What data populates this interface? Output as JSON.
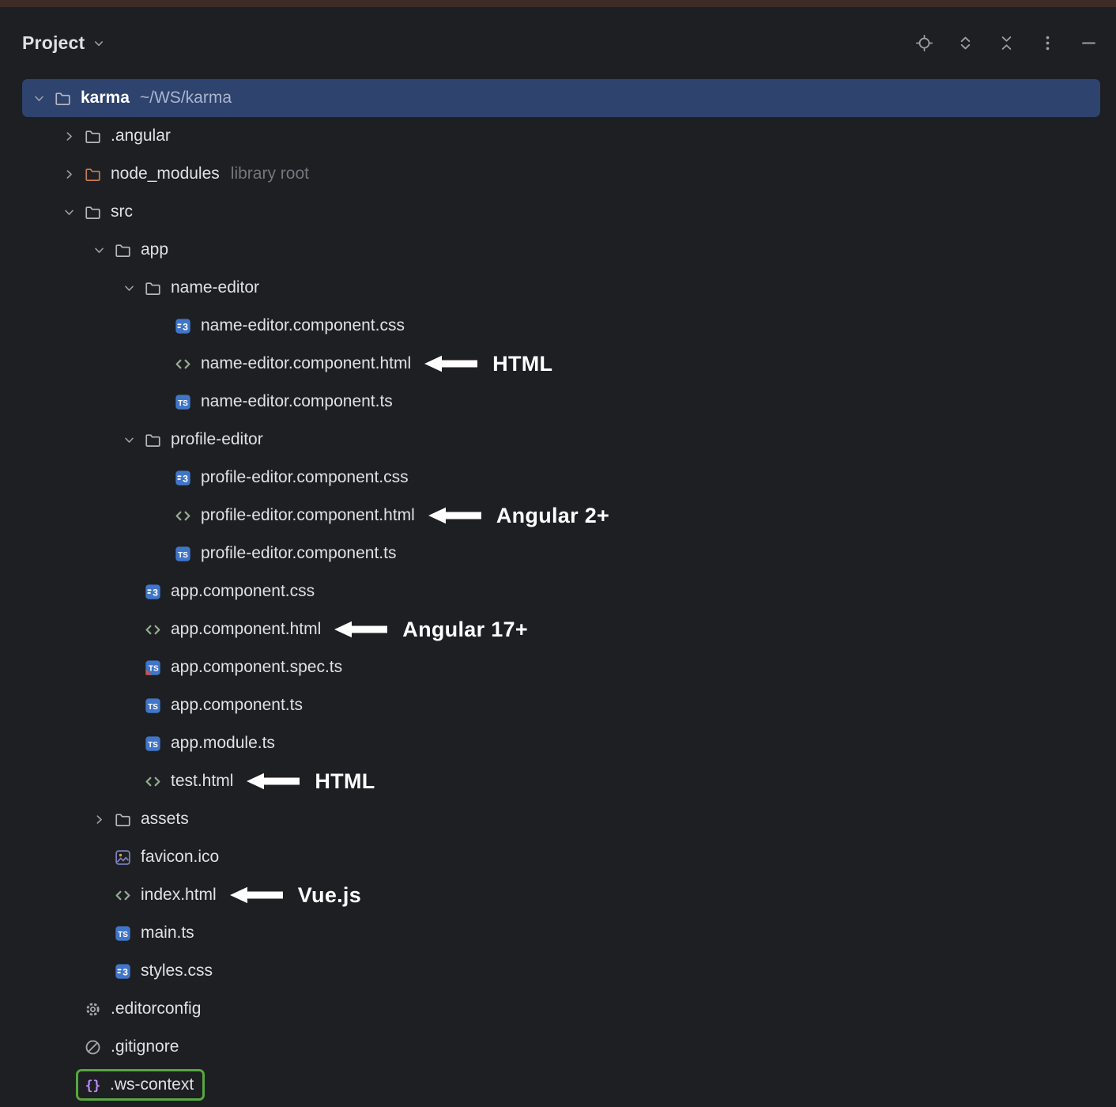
{
  "window": {
    "strip_color": "#3C2B28"
  },
  "header": {
    "title": "Project",
    "actions": [
      {
        "icon": "locate",
        "name": "locate-file-button"
      },
      {
        "icon": "expand-all",
        "name": "expand-all-button"
      },
      {
        "icon": "collapse-all",
        "name": "collapse-all-button"
      },
      {
        "icon": "more",
        "name": "more-options-button"
      },
      {
        "icon": "hide",
        "name": "hide-panel-button"
      }
    ]
  },
  "colors": {
    "background": "#1E1F22",
    "text": "#DFE1E5",
    "muted_text": "#72767D",
    "selection": "#2E436E",
    "highlight_green": "#57A63F",
    "annotation_white": "#FFFFFF",
    "ts_blue": "#4076C9",
    "folder_gray": "#B4B8BF",
    "folder_orange": "#C77D55",
    "html_green": "#93AD90",
    "braces_purple": "#B98BF5",
    "spec_red": "#C75450"
  },
  "tree": {
    "rows": [
      {
        "label": "karma",
        "path": "~/WS/karma",
        "icon": "folder",
        "level": 0,
        "chevron": "down",
        "selected": true
      },
      {
        "label": ".angular",
        "icon": "folder",
        "level": 1,
        "chevron": "right"
      },
      {
        "label": "node_modules",
        "suffix": "library root",
        "icon": "folder-excluded",
        "level": 1,
        "chevron": "right"
      },
      {
        "label": "src",
        "icon": "folder",
        "level": 1,
        "chevron": "down"
      },
      {
        "label": "app",
        "icon": "folder",
        "level": 2,
        "chevron": "down"
      },
      {
        "label": "name-editor",
        "icon": "folder",
        "level": 3,
        "chevron": "down"
      },
      {
        "label": "name-editor.component.css",
        "icon": "css",
        "level": 4
      },
      {
        "label": "name-editor.component.html",
        "icon": "html",
        "level": 4,
        "annotation": "HTML"
      },
      {
        "label": "name-editor.component.ts",
        "icon": "ts",
        "level": 4
      },
      {
        "label": "profile-editor",
        "icon": "folder",
        "level": 3,
        "chevron": "down"
      },
      {
        "label": "profile-editor.component.css",
        "icon": "css",
        "level": 4
      },
      {
        "label": "profile-editor.component.html",
        "icon": "html",
        "level": 4,
        "annotation": "Angular 2+"
      },
      {
        "label": "profile-editor.component.ts",
        "icon": "ts",
        "level": 4
      },
      {
        "label": "app.component.css",
        "icon": "css",
        "level": 3
      },
      {
        "label": "app.component.html",
        "icon": "html",
        "level": 3,
        "annotation": "Angular 17+"
      },
      {
        "label": "app.component.spec.ts",
        "icon": "ts-spec",
        "level": 3
      },
      {
        "label": "app.component.ts",
        "icon": "ts",
        "level": 3
      },
      {
        "label": "app.module.ts",
        "icon": "ts",
        "level": 3
      },
      {
        "label": "test.html",
        "icon": "html",
        "level": 3,
        "annotation": "HTML"
      },
      {
        "label": "assets",
        "icon": "folder",
        "level": 2,
        "chevron": "right"
      },
      {
        "label": "favicon.ico",
        "icon": "image",
        "level": 2
      },
      {
        "label": "index.html",
        "icon": "html",
        "level": 2,
        "annotation": "Vue.js"
      },
      {
        "label": "main.ts",
        "icon": "ts",
        "level": 2
      },
      {
        "label": "styles.css",
        "icon": "css",
        "level": 2
      },
      {
        "label": ".editorconfig",
        "icon": "gear",
        "level": 1
      },
      {
        "label": ".gitignore",
        "icon": "ignore",
        "level": 1
      },
      {
        "label": ".ws-context",
        "icon": "braces",
        "level": 1,
        "highlighted": true
      }
    ]
  }
}
